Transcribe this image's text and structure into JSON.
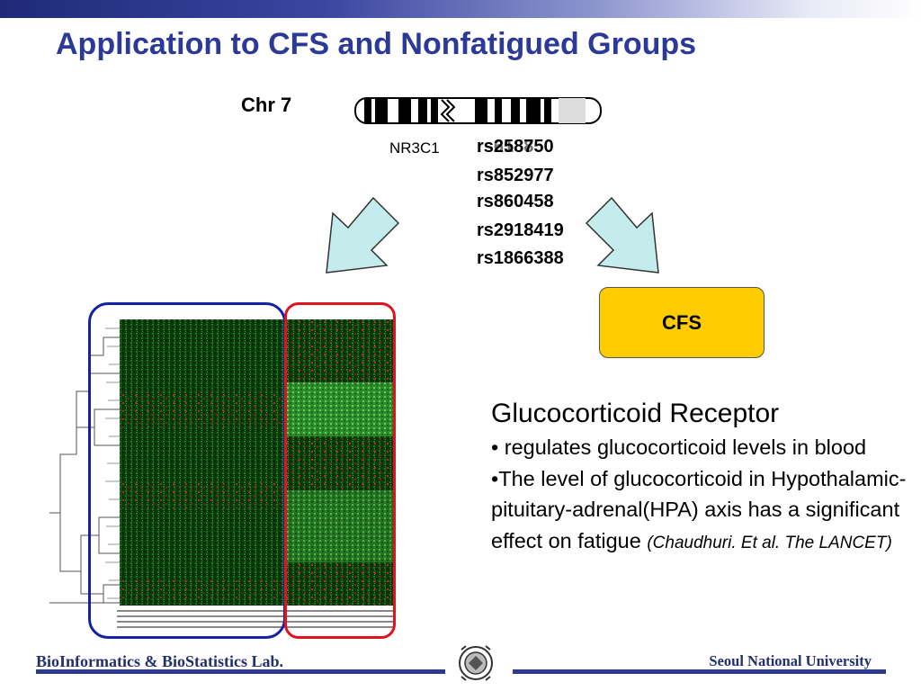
{
  "title": "Application to CFS and Nonfatigued Groups",
  "chromosome": {
    "label": "Chr 7",
    "gene": "NR3C1"
  },
  "snps": [
    "rs258750",
    "rs852977",
    "rs860458",
    "rs2918419",
    "rs1866388"
  ],
  "snp_overlap_text": "rs6188",
  "cfs_label": "CFS",
  "info": {
    "heading": "Glucocorticoid Receptor",
    "bullet1": "• regulates glucocorticoid levels in blood",
    "bullet2": "•The level of glucocorticoid in Hypothalamic-pituitary-adrenal(HPA) axis has a significant effect on fatigue",
    "citation": "(Chaudhuri. Et al. The LANCET)"
  },
  "footer": {
    "left": "BioInformatics & BioStatistics Lab.",
    "right": "Seoul National University"
  },
  "colors": {
    "title": "#2b3a98",
    "blue_box": "#1420a8",
    "red_box": "#e0141e",
    "cfs_fill": "#ffcc00",
    "arrow_fill": "#c5ecec"
  }
}
